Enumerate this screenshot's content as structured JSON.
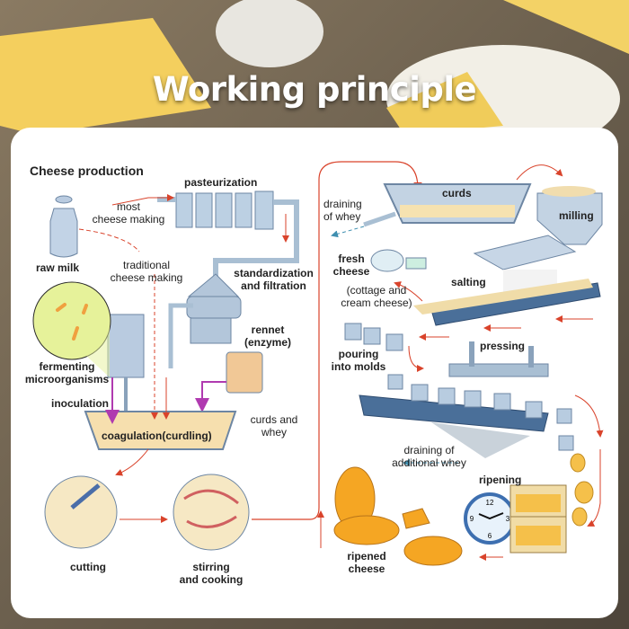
{
  "header": {
    "title": "Working principle"
  },
  "diagram": {
    "heading": "Cheese production",
    "labels": {
      "pasteurization": "pasteurization",
      "most_1": "most",
      "most_2": "cheese making",
      "raw_milk": "raw milk",
      "traditional_1": "traditional",
      "traditional_2": "cheese making",
      "standardization_1": "standardization",
      "standardization_2": "and filtration",
      "fermenting_1": "fermenting",
      "fermenting_2": "microorganisms",
      "rennet_1": "rennet",
      "rennet_2": "(enzyme)",
      "inoculation": "inoculation",
      "curds_whey_1": "curds and",
      "curds_whey_2": "whey",
      "coagulation": "coagulation(curdling)",
      "cutting": "cutting",
      "stirring_1": "stirring",
      "stirring_2": "and cooking",
      "curds": "curds",
      "draining_whey_1": "draining",
      "draining_whey_2": "of whey",
      "milling": "milling",
      "fresh_1": "fresh",
      "fresh_2": "cheese",
      "cottage_1": "(cottage and",
      "cottage_2": "cream cheese)",
      "salting": "salting",
      "pouring_1": "pouring",
      "pouring_2": "into molds",
      "pressing": "pressing",
      "additional_1": "draining of",
      "additional_2": "additional whey",
      "ripening": "ripening",
      "ripened_1": "ripened",
      "ripened_2": "cheese"
    },
    "clock_numbers": [
      "12",
      "3",
      "6",
      "9"
    ]
  },
  "colors": {
    "arrow": "#d9432b",
    "whey_arrow": "#3f8fb0",
    "steel": "#a9bfd3",
    "cheese": "#f5a623"
  }
}
